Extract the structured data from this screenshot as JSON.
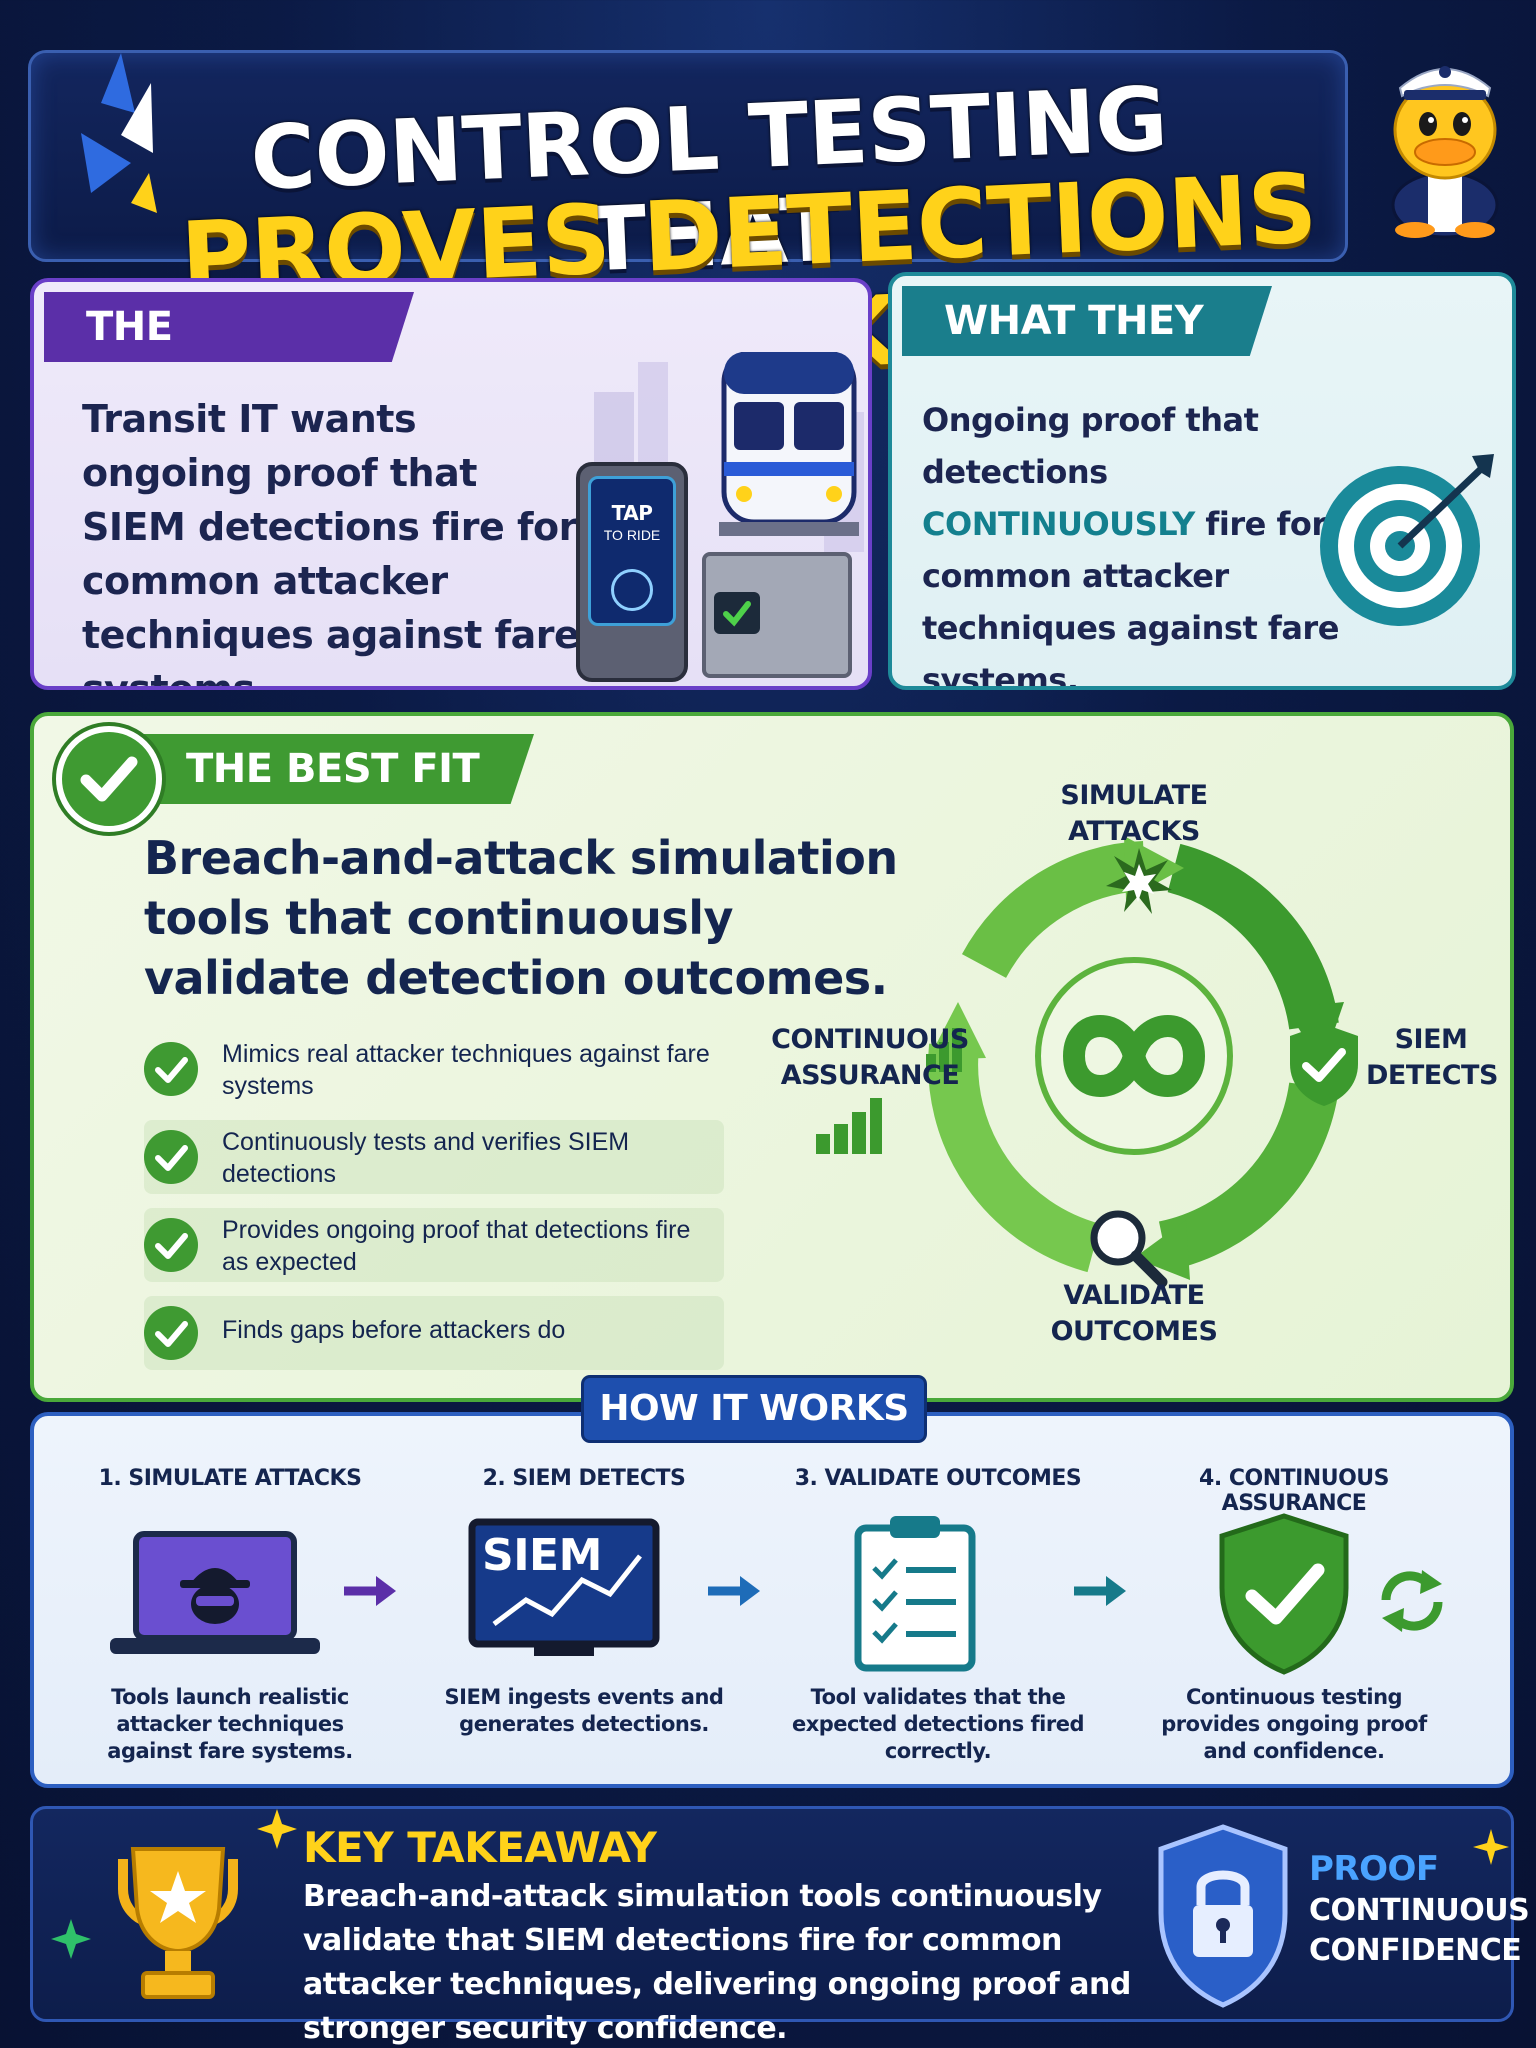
{
  "header": {
    "title_line1": "CONTROL TESTING THAT",
    "title_line2": "PROVES DETECTIONS WORK!"
  },
  "question": {
    "heading": "THE QUESTION",
    "text": "Transit IT wants ongoing proof that SIEM detections fire for common attacker techniques against fare systems.",
    "kiosk_line1": "TAP",
    "kiosk_line2": "TO RIDE"
  },
  "need": {
    "heading": "WHAT THEY NEED",
    "text_before": "Ongoing proof that detections",
    "text_highlight": "CONTINUOUSLY",
    "text_after": "fire for common attacker techniques against fare systems."
  },
  "best_fit": {
    "heading": "THE BEST FIT",
    "headline": "Breach-and-attack simulation tools that continuously validate detection outcomes.",
    "bullets": [
      "Mimics real attacker techniques against fare systems",
      "Continuously tests and verifies SIEM detections",
      "Provides ongoing proof that detections fire as expected",
      "Finds gaps before attackers do"
    ],
    "cycle": {
      "simulate_line1": "SIMULATE",
      "simulate_line2": "ATTACKS",
      "siem_line1": "SIEM",
      "siem_line2": "DETECTS",
      "validate_line1": "VALIDATE",
      "validate_line2": "OUTCOMES",
      "assurance_line1": "CONTINUOUS",
      "assurance_line2": "ASSURANCE"
    }
  },
  "how": {
    "heading": "HOW IT WORKS",
    "steps": [
      {
        "title": "1. SIMULATE ATTACKS",
        "desc": "Tools launch realistic attacker techniques against fare systems."
      },
      {
        "title": "2. SIEM DETECTS",
        "desc": "SIEM ingests events and generates detections.",
        "screen_label": "SIEM"
      },
      {
        "title": "3. VALIDATE OUTCOMES",
        "desc": "Tool validates that the expected detections fired correctly."
      },
      {
        "title": "4. CONTINUOUS ASSURANCE",
        "desc": "Continuous testing provides ongoing proof and confidence."
      }
    ]
  },
  "takeaway": {
    "heading": "KEY TAKEAWAY",
    "text": "Breach-and-attack simulation tools continuously validate that SIEM detections fire for common attacker techniques, delivering ongoing proof and stronger security confidence.",
    "badge_line1": "PROOF",
    "badge_line2": "CONTINUOUS",
    "badge_line3": "CONFIDENCE"
  },
  "colors": {
    "accent_yellow": "#ffd21a",
    "purple": "#5b2fa8",
    "teal": "#1a7e8c",
    "green": "#3f9a32",
    "blue": "#1e4fae",
    "navy": "#0b1a45"
  }
}
